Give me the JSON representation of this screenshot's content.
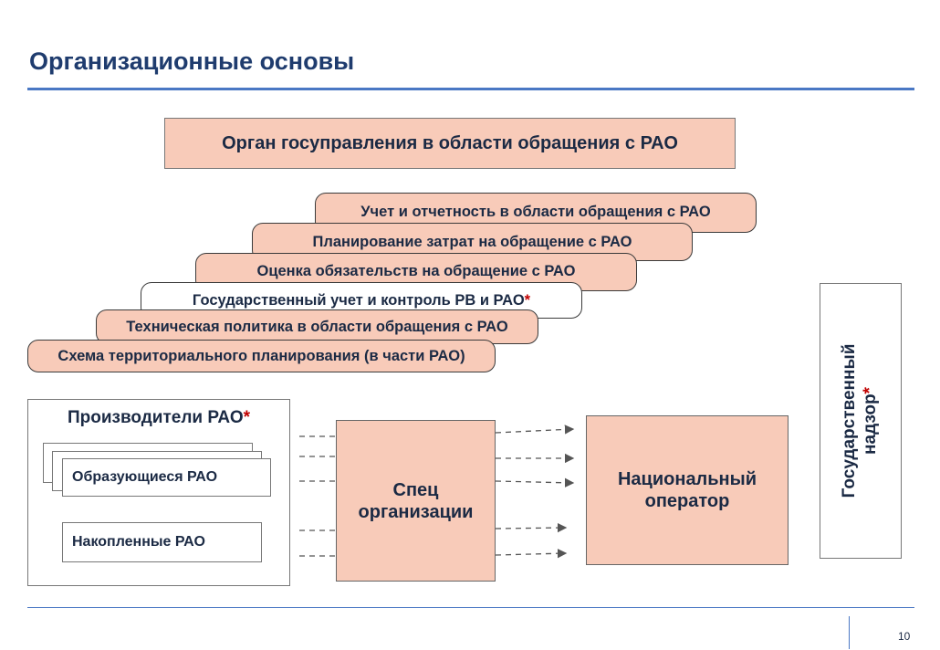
{
  "title": "Организационные основы",
  "header": "Орган госуправления в области обращения с РАО",
  "functions": [
    {
      "text": "Учет и отчетность в области обращения с РАО",
      "star": ""
    },
    {
      "text": "Планирование затрат на обращение с РАО",
      "star": ""
    },
    {
      "text": "Оценка обязательств на обращение с РАО",
      "star": ""
    },
    {
      "text": "Государственный учет и контроль РВ и РАО",
      "star": "*"
    },
    {
      "text": "Техническая политика в области обращения с РАО",
      "star": ""
    },
    {
      "text": "Схема территориального планирования (в части РАО)",
      "star": ""
    }
  ],
  "producers": {
    "title": "Производители РАО",
    "title_star": "*",
    "generating": "Образующиеся РАО",
    "accumulated": "Накопленные РАО"
  },
  "spec_org": "Спец организации",
  "operator": "Национальный оператор",
  "supervision": {
    "line1": "Государственный",
    "line2": "надзор",
    "star": "*"
  },
  "page_number": "10",
  "colors": {
    "accent": "#4a78c4",
    "box_fill": "#f8cbb9",
    "title": "#1f3c6e"
  }
}
